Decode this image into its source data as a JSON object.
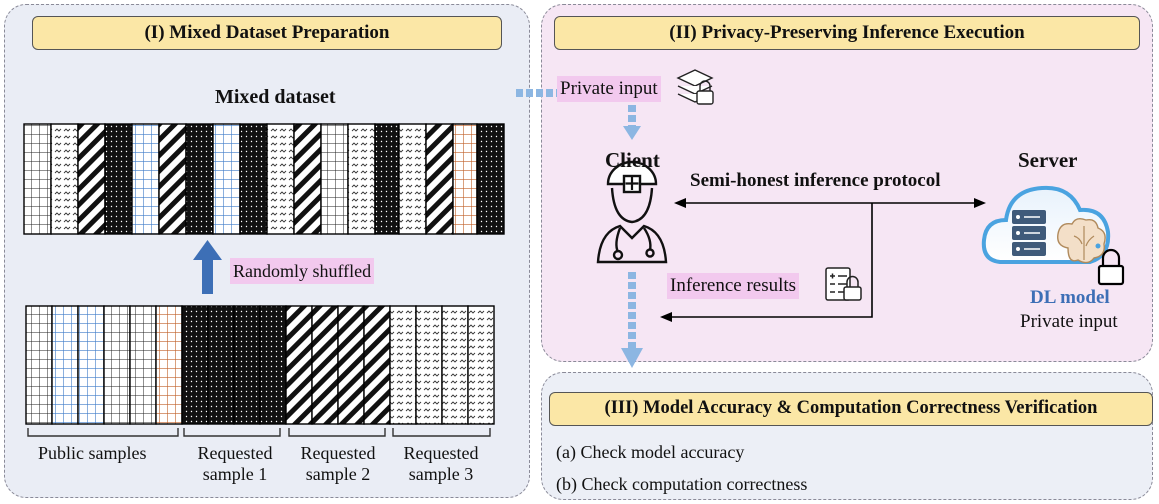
{
  "panel1": {
    "title": "(I) Mixed Dataset Preparation",
    "dataset_label": "Mixed dataset",
    "shuffle_label": "Randomly shuffled",
    "groups": [
      "Public samples",
      "Requested sample 1",
      "Requested sample 2",
      "Requested sample 3"
    ],
    "group_lines": [
      [
        "Public samples"
      ],
      [
        "Requested",
        "sample 1"
      ],
      [
        "Requested",
        "sample 2"
      ],
      [
        "Requested",
        "sample 3"
      ]
    ]
  },
  "panel2": {
    "title": "(II) Privacy-Preserving Inference Execution",
    "private_input_top": "Private input",
    "client_label": "Client",
    "server_label": "Server",
    "protocol_label": "Semi-honest inference protocol",
    "results_label": "Inference results",
    "model_label": "DL model",
    "private_input_bottom": "Private input"
  },
  "panel3": {
    "title": "(III) Model Accuracy & Computation Correctness Verification",
    "items": [
      "(a) Check model accuracy",
      "(b) Check computation correctness"
    ]
  },
  "colors": {
    "accent_blue": "#3d6fb6",
    "arrow_blue": "#8cb6e2",
    "highlight": "#f2c9ee",
    "header_fill": "#fbe7a6",
    "blue_grid": "#3f7cc9",
    "orange_grid": "#c0622a"
  },
  "icons": [
    "layers-lock-icon",
    "doctor-icon",
    "document-lock-icon",
    "cloud-server-icon",
    "brain-icon",
    "padlock-icon"
  ]
}
